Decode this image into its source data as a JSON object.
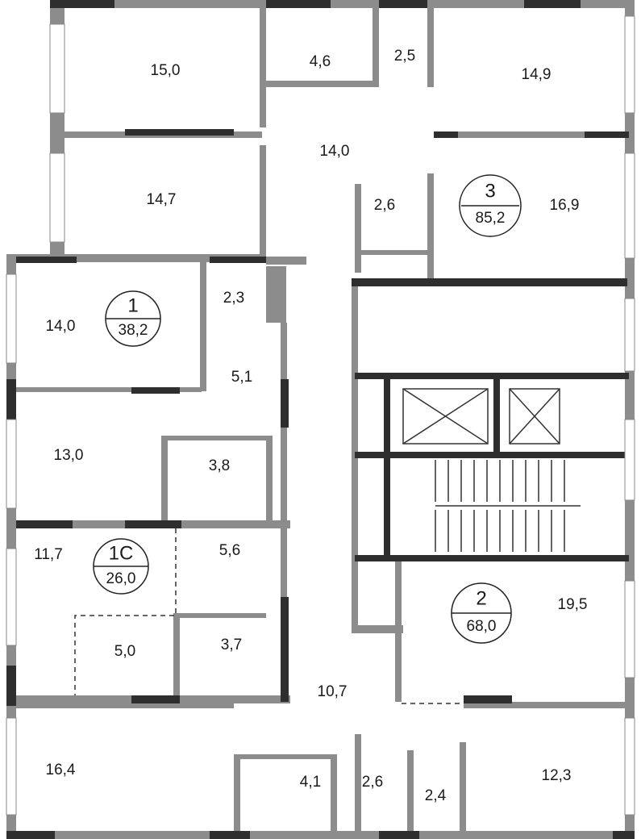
{
  "title": "Floor plan",
  "apartments": [
    {
      "number": "3",
      "area": "85,2"
    },
    {
      "number": "1",
      "area": "38,2"
    },
    {
      "number": "1С",
      "area": "26,0"
    },
    {
      "number": "2",
      "area": "68,0"
    }
  ],
  "rooms": [
    "15,0",
    "4,6",
    "2,5",
    "14,9",
    "14,0",
    "14,7",
    "2,6",
    "16,9",
    "2,3",
    "14,0",
    "5,1",
    "13,0",
    "3,8",
    "11,7",
    "5,6",
    "5,0",
    "3,7",
    "10,7",
    "19,5",
    "16,4",
    "4,1",
    "2,6",
    "2,4",
    "12,3"
  ],
  "colors": {
    "wall": "#8c8c8c",
    "wall_dark": "#2e2e2e",
    "text": "#1a1a1a"
  }
}
